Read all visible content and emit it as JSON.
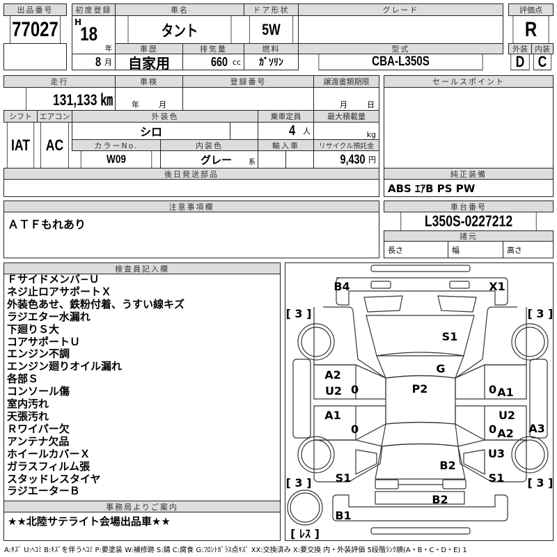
{
  "lot": {
    "label": "出品番号",
    "value": "77027"
  },
  "first_reg": {
    "label": "初度登録",
    "era": "H",
    "year": "18",
    "year_unit": "年",
    "month": "8",
    "month_unit": "月"
  },
  "car_name": {
    "label": "車名",
    "value": "タント"
  },
  "door": {
    "label": "ドア形状",
    "value": "5W"
  },
  "grade": {
    "label": "グレード",
    "value": ""
  },
  "score": {
    "label": "評価点",
    "value": "R",
    "ext_label": "外装",
    "int_label": "内装",
    "ext": "D",
    "int": "C"
  },
  "history": {
    "label": "車歴",
    "value": "自家用"
  },
  "displacement": {
    "label": "排気量",
    "value": "660",
    "unit": "cc"
  },
  "fuel": {
    "label": "燃料",
    "value": "ｶﾞｿﾘﾝ"
  },
  "model": {
    "label": "型式",
    "value": "CBA-L350S"
  },
  "mileage": {
    "label": "走行",
    "value": "131,133 ㎞"
  },
  "inspection": {
    "label": "車検",
    "year_unit": "年",
    "month_unit": "月"
  },
  "reg_no": {
    "label": "登録番号"
  },
  "transfer": {
    "label": "譲渡書類期限",
    "month_unit": "月",
    "day_unit": "日"
  },
  "shift": {
    "label": "シフト",
    "value": "IAT"
  },
  "ac": {
    "label": "エアコン",
    "value": "AC"
  },
  "ext_color": {
    "label": "外装色",
    "value": "シロ"
  },
  "capacity": {
    "label": "乗車定員",
    "value": "4",
    "unit": "人"
  },
  "max_load": {
    "label": "最大積載量",
    "unit": "kg"
  },
  "color_no": {
    "label": "カラーNo.",
    "value": "W09"
  },
  "int_color": {
    "label": "内装色",
    "value": "グレー",
    "suffix": "系"
  },
  "import": {
    "label": "輸入車"
  },
  "recycle": {
    "label": "リサイクル預託金",
    "value": "9,430",
    "unit": "円"
  },
  "later_parts": {
    "label": "後日発送部品"
  },
  "sales_point": {
    "label": "セールスポイント"
  },
  "equipment": {
    "label": "純正装備",
    "value": "ABS ｴｱB PS PW"
  },
  "notes": {
    "label": "注意事項欄",
    "value": "ＡＴＦもれあり"
  },
  "chassis": {
    "label": "車台番号",
    "value": "L350S-0227212"
  },
  "specs": {
    "label": "諸元",
    "length": "長さ",
    "width": "幅",
    "height": "高さ"
  },
  "inspector": {
    "label": "検査員記入欄",
    "items": [
      "Ｆサイドメンバ−Ｕ",
      "ネジ止ロアサポートＸ",
      "外装色あせ、鉄粉付着、うすい線キズ",
      "ラジエター水漏れ",
      "下廻りＳ大",
      "コアサポートＵ",
      "エンジン不調",
      "エンジン廻りオイル漏れ",
      "各部Ｓ",
      "コンソール傷",
      "室内汚れ",
      "天張汚れ",
      "Ｒワイパー欠",
      "アンテナ欠品",
      "ホイールカバーＸ",
      "ガラスフィルム張",
      "スタッドレスタイヤ",
      "ラジエーターＢ"
    ]
  },
  "office": {
    "label": "事務局よりご案内",
    "value": "★★北陸サテライト会場出品車★★"
  },
  "diagram": {
    "tire": "[ 3 ]",
    "spare": "[ ﾚｽ ]",
    "marks": [
      "B4",
      "X1",
      "S1",
      "G",
      "A2",
      "U2",
      "P2",
      "A1",
      "A1",
      "U2",
      "A3",
      "A2",
      "U3",
      "B2",
      "S1",
      "S1",
      "B2",
      "B1"
    ],
    "zero": "0"
  },
  "legend": "A:ｷｽﾞ U:ﾍｺﾐ B:ｷｽﾞを伴うﾍｺﾐ P:要塗装 W:補修跡 S:錆 C:腐食 G:ﾌﾛﾝﾄｶﾞﾗｽ点ｷｽﾞ XX:交換済み X:要交換 内・外装評価 5段階ﾗﾝｸ順(A・B・C・D・E) 1"
}
